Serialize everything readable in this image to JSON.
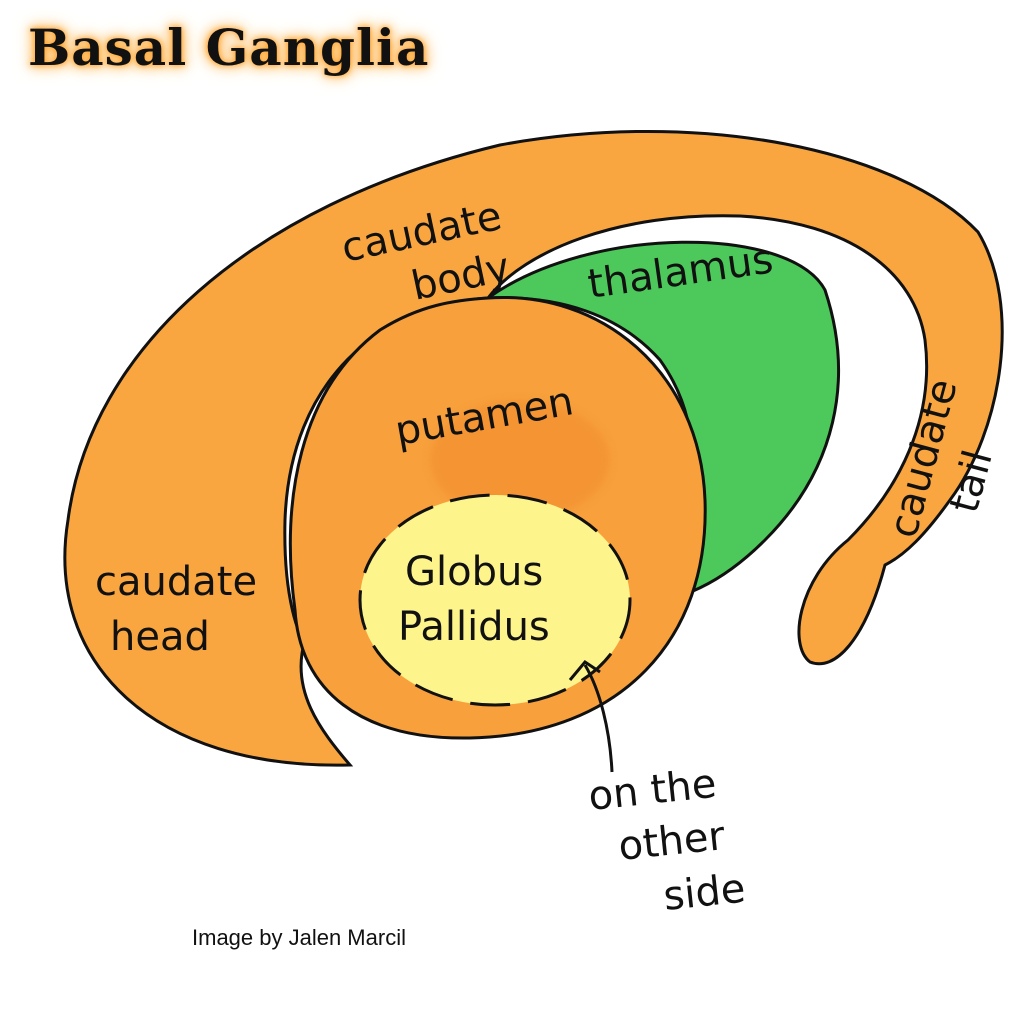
{
  "title": "Basal Ganglia",
  "credit": "Image by Jalen Marcil",
  "labels": {
    "caudate_body_1": "caudate",
    "caudate_body_2": "body",
    "thalamus": "thalamus",
    "putamen": "putamen",
    "caudate_head_1": "caudate",
    "caudate_head_2": "head",
    "globus_1": "Globus",
    "globus_2": "Pallidus",
    "caudate_tail_1": "caudate",
    "caudate_tail_2": "tail",
    "note_1": "on the",
    "note_2": "other",
    "note_3": "side"
  },
  "colors": {
    "caudate": "#f9a640",
    "thalamus": "#4cc95a",
    "putamen": "#f7a03c",
    "globus": "#fdf48c"
  }
}
